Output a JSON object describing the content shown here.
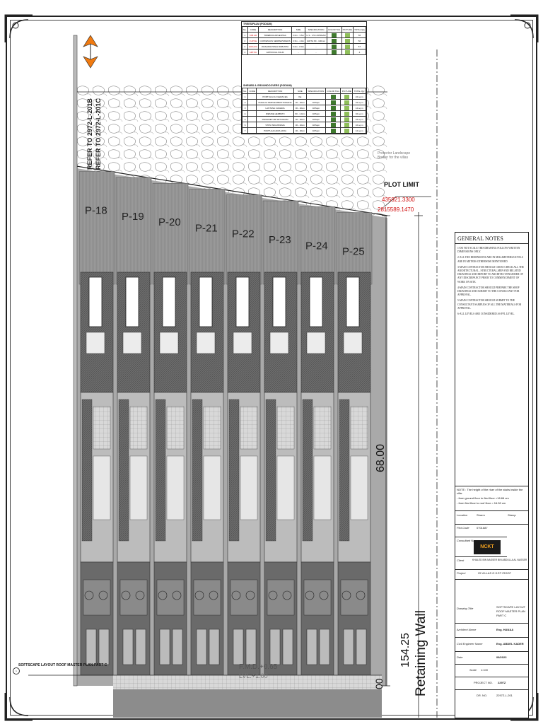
{
  "sheet": {
    "drawing_title": "SOFTSCAPE LAYOUT ROOF MASTER PLAN-PART C",
    "refer_1": "REFER TO 2972-L-201B",
    "refer_2": "REFER TO 2972-L-201C",
    "plot_limit_label": "PLOT LIMIT",
    "coord_1": "435921.3300",
    "coord_2": "2815589.1470",
    "protector_note": "Protector Landscape Border for the villas",
    "dim_68": "68.00",
    "dim_154": "154.25",
    "retaining_wall": "Retaining Wall",
    "ffl_1": "F.M.D.+0.65",
    "ffl_2": "LVL.+1.00",
    "bottom_dim": "00"
  },
  "plots": [
    "P-18",
    "P-19",
    "P-20",
    "P-21",
    "P-22",
    "P-23",
    "P-24",
    "P-25"
  ],
  "schedule_trees": {
    "title": "TREES/PALM (PODIUM)",
    "headers": [
      "No.",
      "CODE",
      "DESCRIPTION",
      "SIZE",
      "SPECIFICATION",
      "COLOR TAG",
      "PICTURE",
      "TOTAL Qty"
    ],
    "rows": [
      [
        "1",
        "TAB.AR",
        "TABEBUIA ARGENTEA",
        "3.0m - 3.5m",
        "H 3 - 3.5m SPREAD",
        "",
        "",
        "56"
      ],
      [
        "2",
        "CUP.SE",
        "CUPRESSUS SEMPERVIRENS",
        "3.5m - 4.0m",
        "GIRTH 80 - 100mm",
        "",
        "",
        "56"
      ],
      [
        "3",
        "WAS.RO",
        "WASHINGTONIA ROBUSTA",
        "6.0m - 8.0m",
        "-",
        "",
        "",
        "57"
      ],
      [
        "4",
        "ART.PA",
        "ARTIFICIAL PALM",
        "-",
        "-",
        "",
        "",
        "4"
      ]
    ]
  },
  "schedule_shrubs": {
    "title": "SHRUBS & GROUNDCOVERS (PODIUM)",
    "headers": [
      "No.",
      "CODE",
      "DESCRIPTION",
      "SIZE",
      "SPECIFICATION",
      "COLOR TAG",
      "PICTURE",
      "TOTAL Qty"
    ],
    "rows": [
      [
        "1",
        "",
        "PORTULACA OLERACEA",
        "flat",
        "",
        "",
        "",
        "22 sq.m"
      ],
      [
        "2",
        "",
        "RUELLIA SIMPLEX/BRITTONIANA",
        "30 - 40cm",
        "32/Sqm",
        "",
        "",
        "15 sq.m"
      ],
      [
        "3",
        "",
        "LANTANA CAMARA",
        "30 - 40cm",
        "32/Sqm",
        "",
        "",
        "12 sq.m"
      ],
      [
        "4",
        "",
        "IRESINE HERBSTII",
        "60 - 1.0cm",
        "32/Sqm",
        "",
        "",
        "32 sq.m"
      ],
      [
        "5",
        "",
        "PENNISETUM SETACEUM",
        "30 - 40cm",
        "32/Sqm",
        "",
        "",
        "15 sq.m"
      ],
      [
        "6",
        "",
        "STIPA TENUISSIMA",
        "30 - 40cm",
        "32/Sqm",
        "",
        "",
        "16 sq.m"
      ],
      [
        "7",
        "",
        "PORTULACARIA AFRA",
        "30 - 40cm",
        "32/Sqm",
        "",
        "",
        "12 sq.m"
      ]
    ]
  },
  "general_notes": {
    "title": "GENERAL NOTES",
    "items": [
      "1-DO NOT SCALE THIS DRAWING FOLLOW WRITTEN DIMENSIONS ONLY.",
      "2-ALL THE DIMENSIONS ARE IN MILLIMETERS/LEVELS ARE IN METERS OTHERWISE MENTIONED",
      "3-MAIN CONTRACTOR SHOULD CROSS CHECK ALL THE ARCHITECTURAL , STRUCTURAL,MEP AND RELATED DRAWINGS AND REPORT TO ARCHITECT/ENGINEER OF ANY DISCREPANCY PRIOR TO COMMENCEMENT OF WORK ON SITE.",
      "4-MAIN CONTRACTOR SHOULD PREPARE THE SHOP DRAWINGS AND SUBMIT TO THE CONSULTANT FOR APPROVAL.",
      "5-MAIN CONTRACTOR SHOULD SUBMIT TO THE CONSULTANT SAMPLES OF ALL THE MATERIALS FOR APPROVAL.",
      "6-ALL LEVELS ARE CONSIDERED AS FFL LEVEL."
    ]
  },
  "note_box": {
    "line1": "NOTE : The height of the riser of the stairs inside the villa:",
    "line2": "-   from ground floor to first floor =16.66 cm",
    "line3": "-   from first floor to roof floor = 16.50 cm"
  },
  "title_block": {
    "location_label": "Location",
    "location_value": "Sharm",
    "stamp_label": "Stamp",
    "plot_code_label": "Plot Code",
    "plot_code_value": "0701687",
    "consultant_label": "Consultant Name",
    "logo_text": "NCKT",
    "client_label": "Client",
    "client_value": "KHALED BIN NASSER BIN ABDULLA AL NASSER",
    "project_label": "Project",
    "project_value": "25 VILLAS G+1ST+ROOF",
    "drawing_title_label": "Drawing Title",
    "drawing_title_value": "SOFTSCAPE LAYOUT ROOF MASTER PLAN PART C",
    "architect_label": "Architect Name",
    "architect_value": "Eng. HANAA",
    "civil_label": "Civil Engineer Name",
    "civil_value": "Eng. ABDEL KADER",
    "date_label": "Date",
    "date_value": "08/2023",
    "scale_label": "Scale",
    "scale_value": "1:100",
    "project_no_label": "PROJECT NO.",
    "project_no_value": "2297Z",
    "dr_no_label": "DR. NO.",
    "dr_no_value": "2297Z-L-201"
  },
  "colors": {
    "ink": "#222222",
    "villa_dark": "#5a5a5a",
    "villa_mid": "#8a8a8a",
    "red_line": "#d01010",
    "tree_green": "#3f7a2e",
    "north_orange": "#f07a10"
  }
}
